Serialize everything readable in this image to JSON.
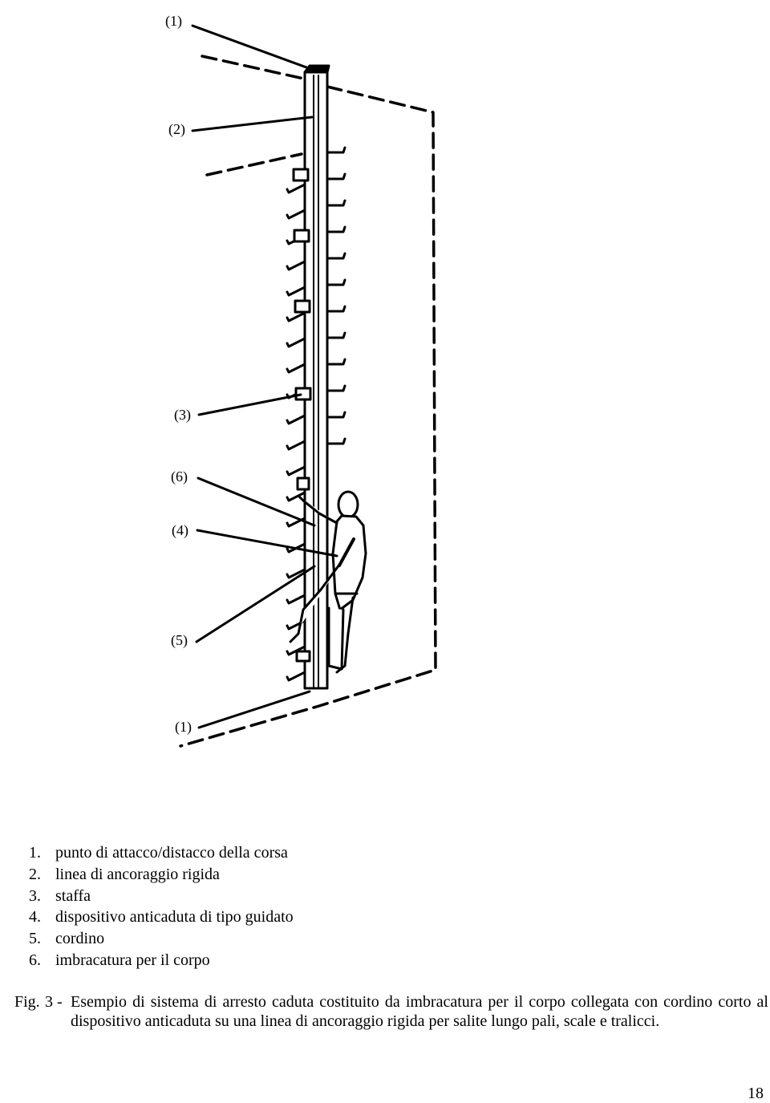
{
  "figure": {
    "callouts": [
      "(1)",
      "(2)",
      "(3)",
      "(6)",
      "(4)",
      "(5)",
      "(1)"
    ]
  },
  "legend": [
    {
      "num": "1.",
      "text": "punto di attacco/distacco della corsa"
    },
    {
      "num": "2.",
      "text": "linea di ancoraggio rigida"
    },
    {
      "num": "3.",
      "text": "staffa"
    },
    {
      "num": "4.",
      "text": "dispositivo anticaduta di tipo guidato"
    },
    {
      "num": "5.",
      "text": "cordino"
    },
    {
      "num": "6.",
      "text": "imbracatura per il corpo"
    }
  ],
  "caption": {
    "label": "Fig.",
    "number": "3 -",
    "text": "Esempio di sistema di arresto caduta costituito da imbracatura per il corpo collegata con cordino corto al dispositivo anticaduta su una linea di ancoraggio rigida per salite lungo pali, scale e tralicci."
  },
  "page_number": "18"
}
